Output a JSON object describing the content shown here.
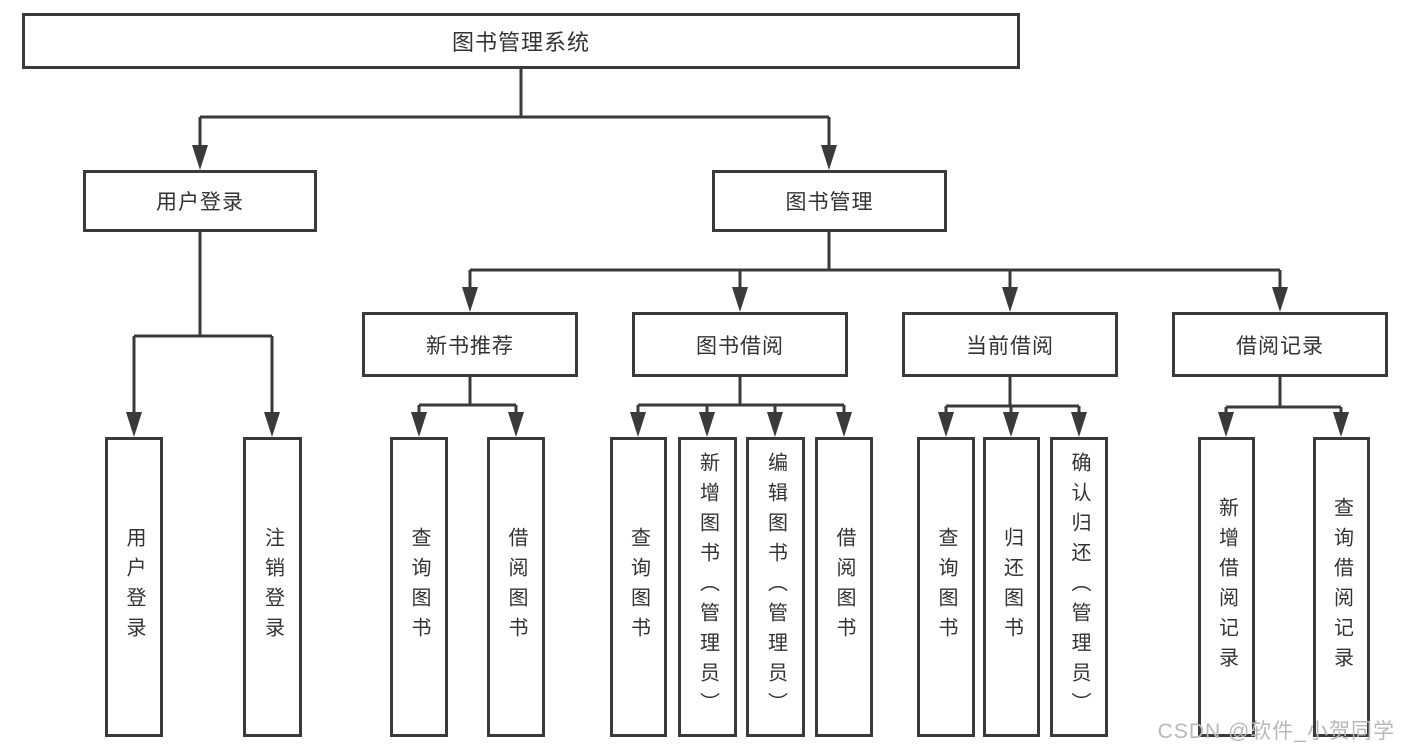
{
  "diagram": {
    "type": "hierarchy-tree",
    "background_color": "#ffffff",
    "line_color": "#3a3a3a",
    "box_border_color": "#3a3a3a",
    "text_color": "#333333"
  },
  "tree": {
    "label": "图书管理系统",
    "children": [
      {
        "label": "用户登录",
        "children": [
          {
            "label": "用户登录"
          },
          {
            "label": "注销登录"
          }
        ]
      },
      {
        "label": "图书管理",
        "children": [
          {
            "label": "新书推荐",
            "children": [
              {
                "label": "查询图书"
              },
              {
                "label": "借阅图书"
              }
            ]
          },
          {
            "label": "图书借阅",
            "children": [
              {
                "label": "查询图书"
              },
              {
                "label": "新增图书（管理员）"
              },
              {
                "label": "编辑图书（管理员）"
              },
              {
                "label": "借阅图书"
              }
            ]
          },
          {
            "label": "当前借阅",
            "children": [
              {
                "label": "查询图书"
              },
              {
                "label": "归还图书"
              },
              {
                "label": "确认归还（管理员）"
              }
            ]
          },
          {
            "label": "借阅记录",
            "children": [
              {
                "label": "新增借阅记录"
              },
              {
                "label": "查询借阅记录"
              }
            ]
          }
        ]
      }
    ]
  },
  "watermark": {
    "text": "CSDN @软件_小贺同学",
    "color": "#b8b8b8"
  }
}
